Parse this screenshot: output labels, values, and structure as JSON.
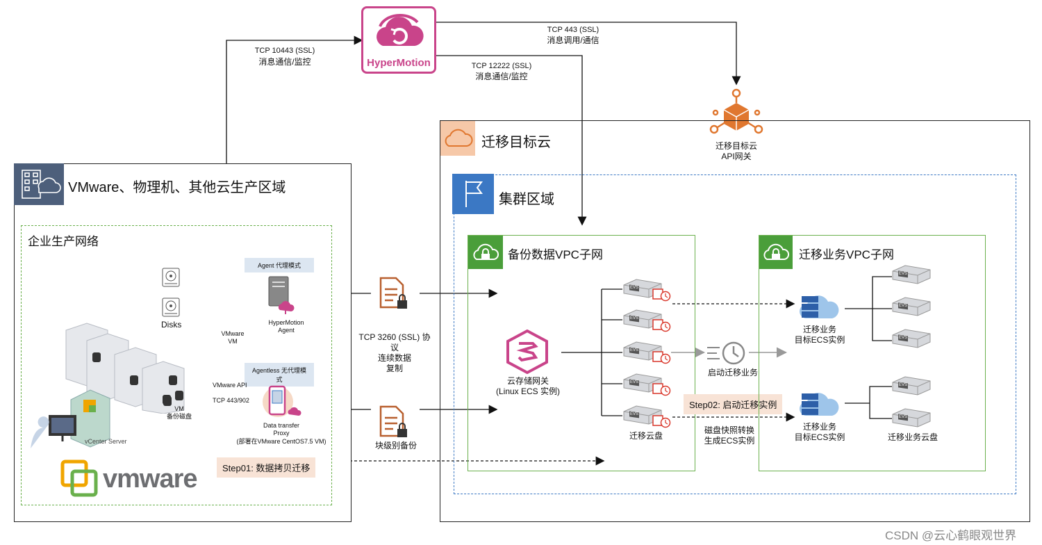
{
  "hypermotion": {
    "label": "HyperMotion"
  },
  "links": {
    "tcp10443": {
      "line1": "TCP 10443 (SSL)",
      "line2": "消息通信/监控"
    },
    "tcp443": {
      "line1": "TCP 443 (SSL)",
      "line2": "消息调用/通信"
    },
    "tcp12222": {
      "line1": "TCP 12222 (SSL)",
      "line2": "消息通信/监控"
    },
    "tcp3260": {
      "line1": "TCP 3260 (SSL) 协",
      "line2": "议",
      "line3": "连续数据",
      "line4": "复制"
    },
    "block_backup": "块级别备份"
  },
  "api_gateway": {
    "line1": "迁移目标云",
    "line2": "API网关"
  },
  "target_cloud": {
    "title": "迁移目标云"
  },
  "cluster": {
    "title": "集群区域"
  },
  "source_zone": {
    "title": "VMware、物理机、其他云生产区域"
  },
  "enterprise_net": {
    "title": "企业生产网络"
  },
  "agent": {
    "mode_label": "Agent 代理模式",
    "name_line1": "HyperMotion",
    "name_line2": "Agent",
    "disks_label": "Disks",
    "vmware_vm_line1": "VMware",
    "vmware_vm_line2": "VM"
  },
  "agentless": {
    "mode_label": "Agentless 无代理模式",
    "vmware_api": "VMware API",
    "tcp_ports": "TCP  443/902",
    "proxy_line1": "Data transfer",
    "proxy_line2": "Proxy",
    "proxy_line3": "(部署在VMware CentOS7.5 VM)"
  },
  "vm_backup": {
    "line1": "VM",
    "line2": "备份磁盘"
  },
  "vcenter": {
    "label": "vCenter Server"
  },
  "vmware_logo": {
    "text": "vmware"
  },
  "backup_vpc": {
    "title": "备份数据VPC子网",
    "gateway_line1": "云存储网关",
    "gateway_line2": "(Linux ECS 实例)",
    "disks_label": "迁移云盘"
  },
  "migrate_vpc": {
    "title": "迁移业务VPC子网",
    "ecs1_line1": "迁移业务",
    "ecs1_line2": "目标ECS实例",
    "ecs2_line1": "迁移业务",
    "ecs2_line2": "目标ECS实例",
    "disks_label": "迁移业务云盘"
  },
  "start_migration": "启动迁移业务",
  "snapshot": {
    "line1": "磁盘快照转换",
    "line2": "生成ECS实例"
  },
  "steps": {
    "step01": "Step01: 数据拷贝迁移",
    "step02": "Step02: 启动迁移实例"
  },
  "evs_label": "EVS",
  "watermark": "CSDN @云心鹤眼观世界",
  "colors": {
    "green": "#4a9e3a",
    "dashed_blue": "#3b78c4",
    "orange": "#e0772f",
    "pink": "#c9448a",
    "tag_bg": "#f8e3d6"
  }
}
